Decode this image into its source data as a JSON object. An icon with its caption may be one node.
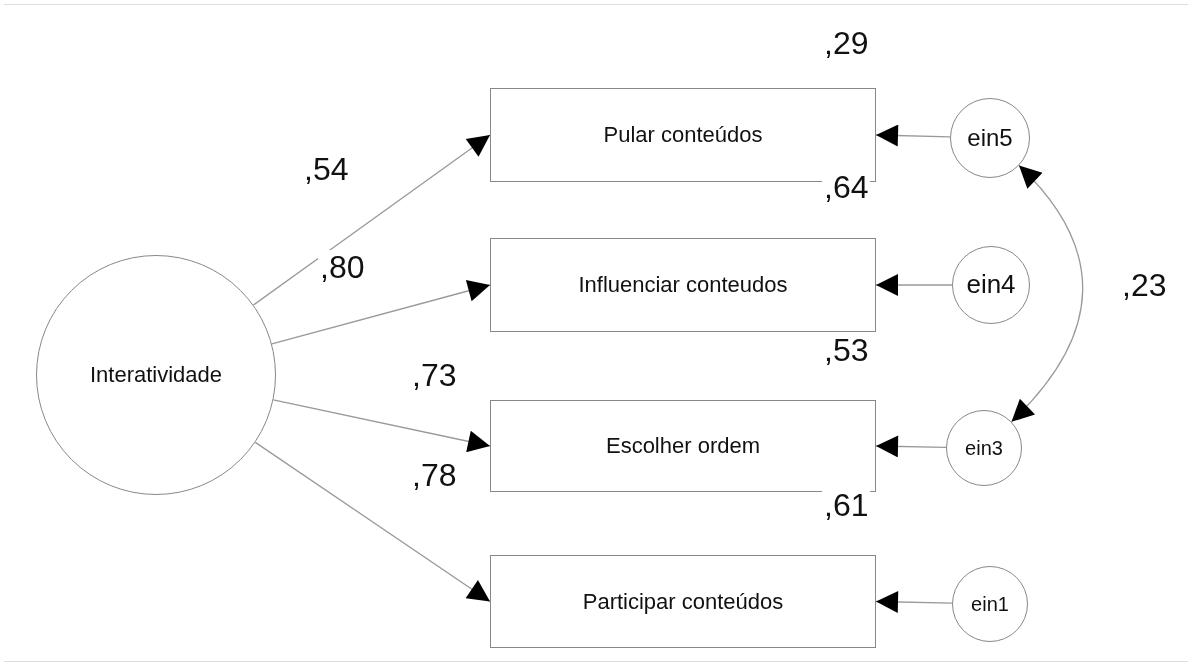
{
  "diagram": {
    "nodes": [
      {
        "text": [
          "Interatividade"
        ]
      },
      {
        "text": [
          "Pular conteúdos"
        ]
      },
      {
        "text": [
          "Influenciar conteudos"
        ]
      },
      {
        "text": [
          "Escolher ordem"
        ]
      },
      {
        "text": [
          "Participar conteúdos"
        ]
      },
      {
        "text": [
          "ein5"
        ]
      },
      {
        "text": [
          "ein4"
        ]
      },
      {
        "text": [
          "ein3"
        ]
      },
      {
        "text": [
          "ein1"
        ]
      }
    ],
    "edges": [
      {
        "from": 0,
        "to": 1,
        "arrow": "to",
        "label": ",54"
      },
      {
        "from": 0,
        "to": 2,
        "arrow": "to",
        "label": ",80"
      },
      {
        "from": 0,
        "to": 3,
        "arrow": "to",
        "label": ",73"
      },
      {
        "from": 0,
        "to": 4,
        "arrow": "to",
        "label": ",78"
      },
      {
        "from": 5,
        "to": 1,
        "arrow": "to"
      },
      {
        "from": 6,
        "to": 2,
        "arrow": "to"
      },
      {
        "from": 7,
        "to": 3,
        "arrow": "to"
      },
      {
        "from": 8,
        "to": 4,
        "arrow": "to"
      },
      {
        "from": 5,
        "to": 7,
        "arrow": "both",
        "label": ",23"
      }
    ],
    "labels": [
      ",29",
      ",64",
      ",53",
      ",61"
    ]
  }
}
